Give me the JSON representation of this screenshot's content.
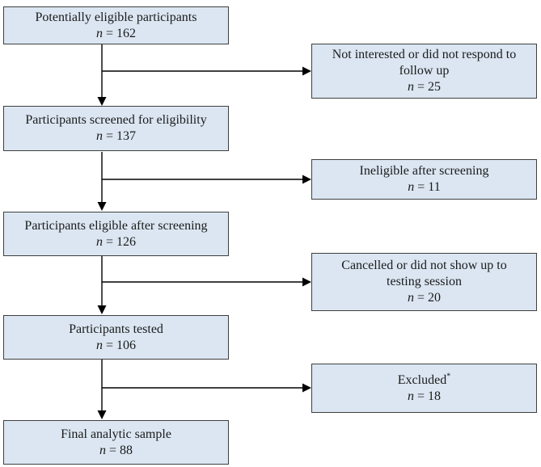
{
  "colors": {
    "box_fill": "#dbe6f2",
    "box_border": "#3f3f3f",
    "arrow": "#000000",
    "background": "#ffffff"
  },
  "boxes": {
    "left": [
      {
        "id": "potentially-eligible",
        "lines": [
          "Potentially eligible participants"
        ],
        "n": "n",
        "count": "= 162"
      },
      {
        "id": "screened",
        "lines": [
          "Participants screened for eligibility"
        ],
        "n": "n",
        "count": "= 137"
      },
      {
        "id": "eligible-after-screening",
        "lines": [
          "Participants eligible after screening"
        ],
        "n": "n",
        "count": "= 126"
      },
      {
        "id": "tested",
        "lines": [
          "Participants tested"
        ],
        "n": "n",
        "count": "= 106"
      },
      {
        "id": "final-analytic-sample",
        "lines": [
          "Final analytic sample"
        ],
        "n": "n",
        "count": "= 88"
      }
    ],
    "right": [
      {
        "id": "not-interested",
        "lines": [
          "Not interested or did not respond to",
          "follow up"
        ],
        "n": "n",
        "count": "= 25"
      },
      {
        "id": "ineligible",
        "lines": [
          "Ineligible after screening"
        ],
        "n": "n",
        "count": "= 11"
      },
      {
        "id": "cancelled",
        "lines": [
          "Cancelled or did not show up to",
          "testing session"
        ],
        "n": "n",
        "count": "= 20"
      },
      {
        "id": "excluded",
        "lines": [
          "Excluded"
        ],
        "superscript": "*",
        "n": "n",
        "count": "= 18"
      }
    ]
  },
  "edges": [
    {
      "from": "potentially-eligible",
      "to": "screened"
    },
    {
      "from": "potentially-eligible",
      "to": "not-interested"
    },
    {
      "from": "screened",
      "to": "eligible-after-screening"
    },
    {
      "from": "screened",
      "to": "ineligible"
    },
    {
      "from": "eligible-after-screening",
      "to": "tested"
    },
    {
      "from": "eligible-after-screening",
      "to": "cancelled"
    },
    {
      "from": "tested",
      "to": "final-analytic-sample"
    },
    {
      "from": "tested",
      "to": "excluded"
    }
  ]
}
